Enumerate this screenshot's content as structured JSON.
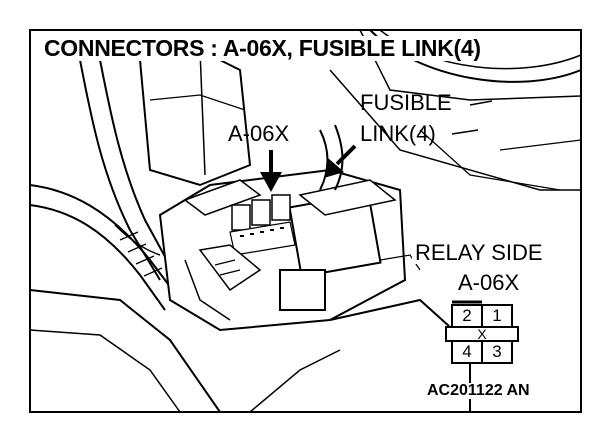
{
  "title": "CONNECTORS : A-06X, FUSIBLE LINK(4)",
  "labels": {
    "a06x_pointer": "A-06X",
    "fusible_line1": "FUSIBLE",
    "fusible_line2": "LINK(4)",
    "relay_side": "RELAY SIDE",
    "connector_name": "A-06X"
  },
  "connector_pins": {
    "top_left": "2",
    "top_right": "1",
    "bottom_left": "4",
    "bottom_right": "3",
    "lock_mark": "X"
  },
  "figure_code": "AC201122 AN"
}
